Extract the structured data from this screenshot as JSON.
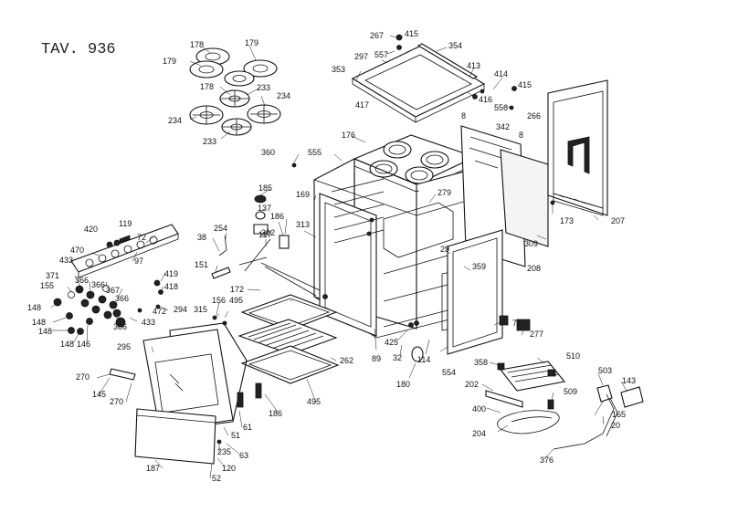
{
  "title": "TAV. 936",
  "labels": {
    "l178a": "178",
    "l179a": "179",
    "l179b": "179",
    "l178b": "178",
    "l233a": "233",
    "l234a": "234",
    "l234b": "234",
    "l233b": "233",
    "l267": "267",
    "l415a": "415",
    "l354": "354",
    "l297": "297",
    "l557": "557",
    "l353": "353",
    "l413": "413",
    "l414": "414",
    "l415b": "415",
    "l416": "416",
    "l417": "417",
    "l556": "556",
    "l266": "266",
    "l8a": "8",
    "l342": "342",
    "l8b": "8",
    "l360": "360",
    "l555": "555",
    "l176": "176",
    "l185": "185",
    "l169": "169",
    "l279": "279",
    "l137": "137",
    "l173": "173",
    "l207": "207",
    "l186a": "186",
    "l313": "313",
    "l420": "420",
    "l119": "119",
    "l254": "254",
    "l302": "302",
    "l72": "72",
    "l38": "38",
    "l117": "117",
    "l309": "309",
    "l470": "470",
    "l433a": "433",
    "l97": "97",
    "l29": "29",
    "l359": "359",
    "l208": "208",
    "l151": "151",
    "l371": "371",
    "l366a": "366",
    "l419": "419",
    "l155": "155",
    "l367": "367",
    "l418": "418",
    "l172": "172",
    "l366b": "366",
    "l156": "156",
    "l495a": "495",
    "l148a": "148",
    "l366c": "366",
    "l294": "294",
    "l315": "315",
    "l472": "472",
    "l148b": "148",
    "l433b": "433",
    "l366d": "366",
    "l148c": "148",
    "l148d": "148",
    "l146": "146",
    "l71": "71",
    "l277": "277",
    "l425": "425",
    "l295": "295",
    "l262": "262",
    "l89": "89",
    "l32": "32",
    "l114": "114",
    "l510": "510",
    "l358": "358",
    "l554": "554",
    "l180": "180",
    "l503": "503",
    "l143": "143",
    "l270a": "270",
    "l202": "202",
    "l509": "509",
    "l145": "145",
    "l270b": "270",
    "l495b": "495",
    "l400": "400",
    "l186b": "186",
    "l61": "61",
    "l165": "165",
    "l204": "204",
    "l20": "20",
    "l51": "51",
    "l235": "235",
    "l63": "63",
    "l376": "376",
    "l187": "187",
    "l120": "120",
    "l52": "52"
  }
}
